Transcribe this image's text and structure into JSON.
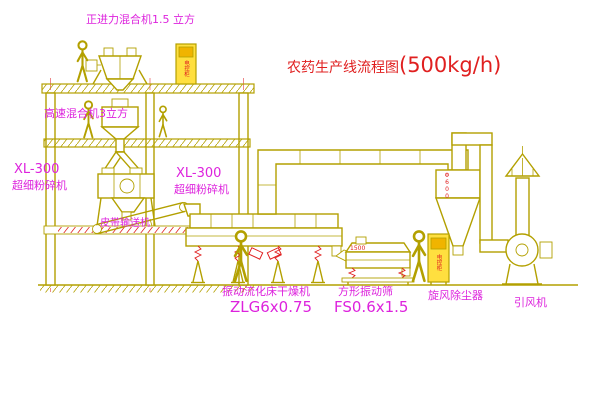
{
  "drawing": {
    "title": {
      "name": "农药生产线流程图",
      "capacity": "(500kg/h)"
    },
    "equipment_labels": {
      "cone_mixer": "正进力混合机1.5 立方",
      "high_speed_mixer": "高速混合机3立方",
      "crusher_left_model": "XL-300",
      "crusher_left_name": "超细粉碎机",
      "crusher_mid_model": "XL-300",
      "crusher_mid_name": "超细粉碎机",
      "belt_conveyor": "皮带输送机",
      "dryer_name": "振动流化床干燥机",
      "dryer_model": "ZLG6x0.75",
      "sieve_name": "方形振动筛",
      "sieve_model": "FS0.6x1.5",
      "cyclone": "旋风除尘器",
      "fan": "引风机"
    },
    "small_tags": {
      "control_cabinet_top": "电控柜",
      "control_cabinet_bottom": "电控柜",
      "sieve_dim": "1500",
      "cyclone_dim": "Φ600"
    },
    "colors": {
      "line_olive": "#b3a000",
      "label_magenta": "#dd22dd",
      "annotation_red": "#e02020",
      "cabinet_yellow": "#ffdf3f",
      "background": "#ffffff"
    }
  }
}
